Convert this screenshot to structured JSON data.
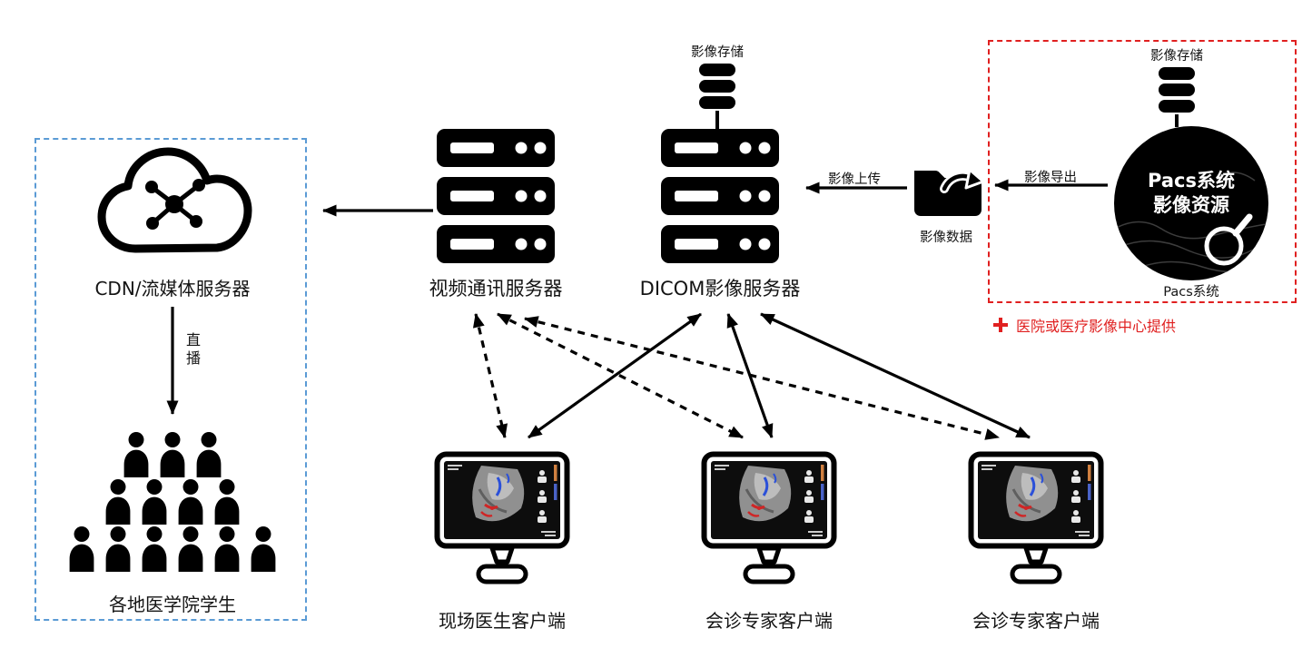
{
  "cdn_group": {
    "server_label": "CDN/流媒体服务器",
    "broadcast_label": "直播",
    "audience_label": "各地医学院学生"
  },
  "servers": {
    "video": {
      "label": "视频通讯服务器"
    },
    "dicom": {
      "label": "DICOM影像服务器",
      "storage_label": "影像存储"
    }
  },
  "transfer": {
    "upload_label": "影像上传",
    "folder_label": "影像数据",
    "export_label": "影像导出"
  },
  "pacs_group": {
    "storage_label": "影像存储",
    "circle_title_line1": "Pacs系统",
    "circle_title_line2": "影像资源",
    "caption": "Pacs系统",
    "note_text": "医院或医疗影像中心提供"
  },
  "clients": [
    {
      "label": "现场医生客户端"
    },
    {
      "label": "会诊专家客户端"
    },
    {
      "label": "会诊专家客户端"
    }
  ],
  "colors": {
    "diagram_black": "#000000",
    "red_accent": "#e02020",
    "blue_accent": "#5b9bd5"
  }
}
